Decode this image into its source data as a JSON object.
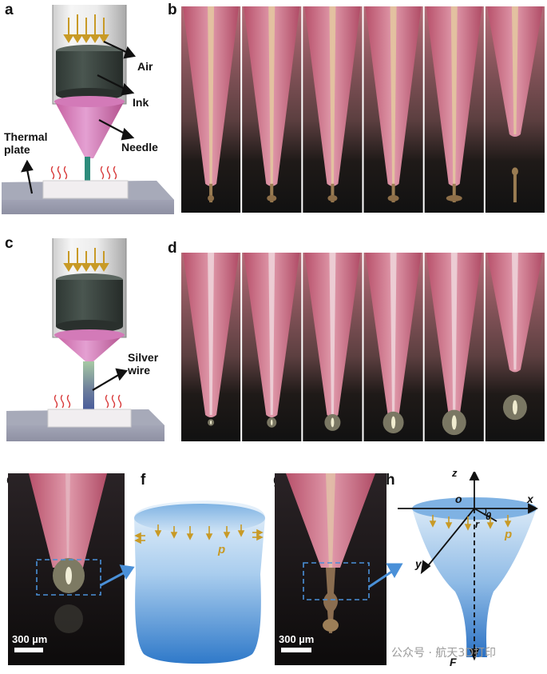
{
  "panels": {
    "a": "a",
    "b": "b",
    "c": "c",
    "d": "d",
    "e": "e",
    "f": "f",
    "g": "g",
    "h": "h"
  },
  "panel_a": {
    "air": "Air",
    "ink": "Ink",
    "needle": "Needle",
    "thermal_plate": "Thermal\nplate"
  },
  "panel_c": {
    "silver_wire": "Silver\nwire"
  },
  "panel_b": {
    "frame_count": 6,
    "detach_frame": 6
  },
  "panel_d": {
    "frame_count": 6,
    "detach_frame": 6
  },
  "scale_bars": {
    "e": "300 µm",
    "g": "300 µm"
  },
  "panel_f": {
    "pressure": "p"
  },
  "panel_h": {
    "z": "z",
    "x": "x",
    "y": "y",
    "o": "o",
    "theta": "θ",
    "r": "r",
    "p": "p",
    "F": "F"
  },
  "watermark": "公众号 · 航天3D打印",
  "colors": {
    "needle_pink": "#c9627e",
    "ink_green": "#3f4a45",
    "fluid_blue": "#4f8fd0",
    "arrow_gold": "#c89a26",
    "heat_red": "#d83a3a",
    "dashed_box": "#4a90d8"
  }
}
